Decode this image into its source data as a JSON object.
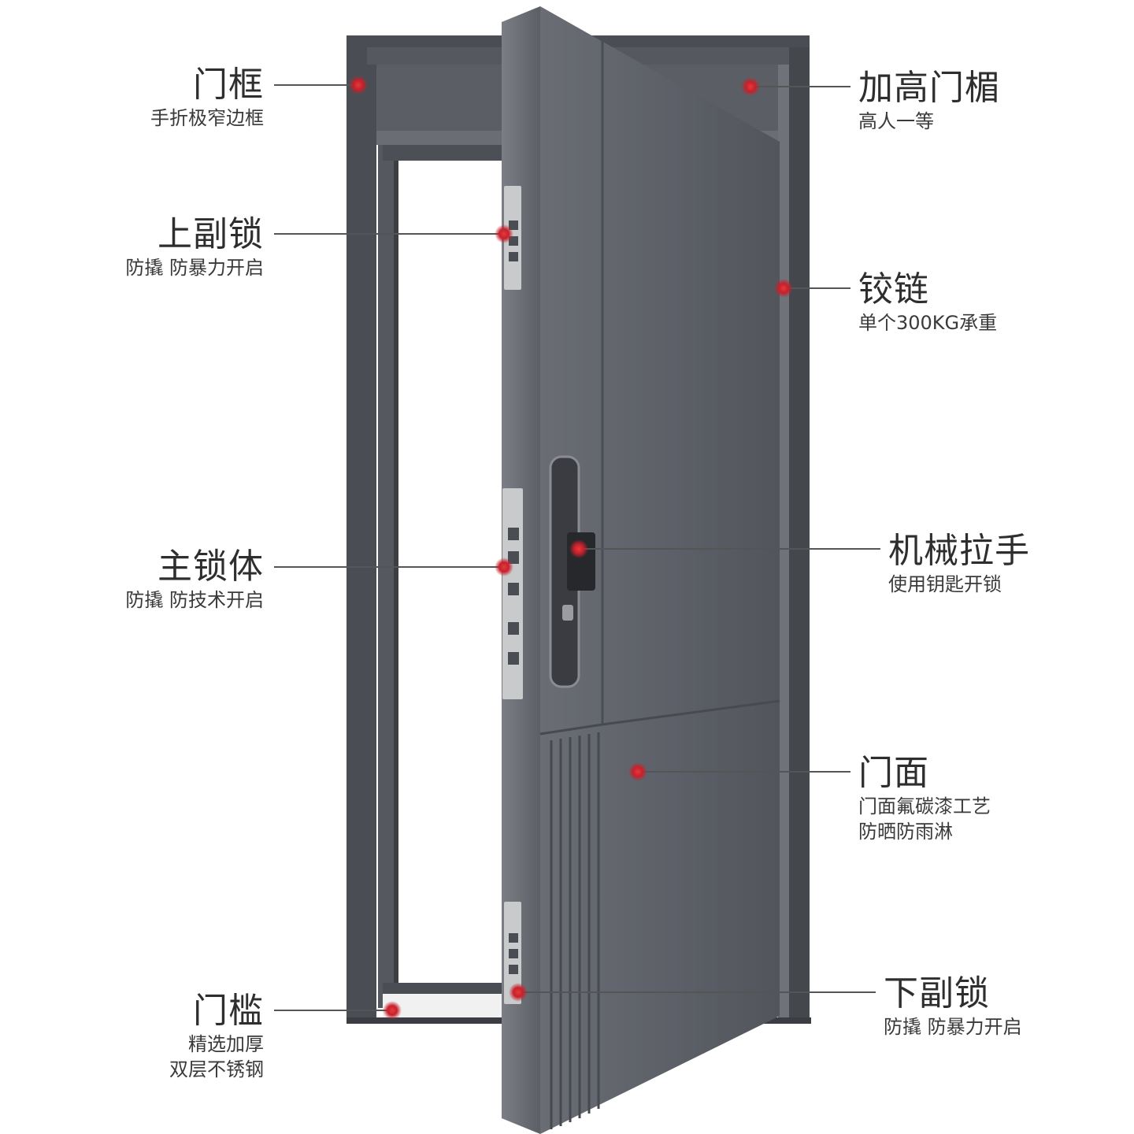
{
  "colors": {
    "frame": "#4e5157",
    "frame_dark": "#3b3d42",
    "door": "#5d6068",
    "door_edge": "#6b6e76",
    "handle": "#2f3136",
    "marker": "#c7202a",
    "leader": "#555555",
    "background": "#ffffff"
  },
  "callouts": {
    "door_frame": {
      "title": "门框",
      "sub": "手折极窄边框"
    },
    "raised_lintel": {
      "title": "加高门楣",
      "sub": "高人一等"
    },
    "upper_aux_lock": {
      "title": "上副锁",
      "sub": "防撬 防暴力开启"
    },
    "hinge": {
      "title": "铰链",
      "sub": "单个300KG承重"
    },
    "main_lock_body": {
      "title": "主锁体",
      "sub": "防撬 防技术开启"
    },
    "mechanical_handle": {
      "title": "机械拉手",
      "sub": "使用钥匙开锁"
    },
    "door_panel": {
      "title": "门面",
      "sub": "门面氟碳漆工艺\n防晒防雨淋"
    },
    "threshold": {
      "title": "门槛",
      "sub": "精选加厚\n双层不锈钢"
    },
    "lower_aux_lock": {
      "title": "下副锁",
      "sub": "防撬 防暴力开启"
    }
  }
}
